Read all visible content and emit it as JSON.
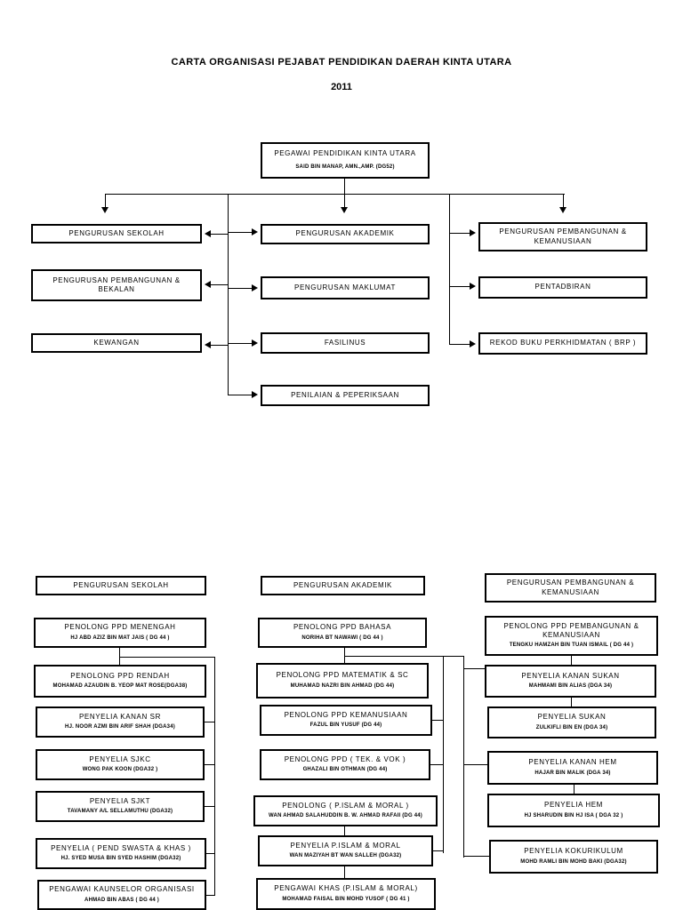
{
  "page": {
    "title": "CARTA ORGANISASI PEJABAT PENDIDIKAN DAERAH KINTA UTARA",
    "year": "2011"
  },
  "colors": {
    "line": "#000000",
    "background": "#ffffff",
    "text": "#000000"
  },
  "top_box": {
    "title": "PEGAWAI PENDIDIKAN KINTA UTARA",
    "officer": "SAID BIN MANAP, AMN.,AMP. (DG52)"
  },
  "upper": {
    "left": [
      {
        "label": "PENGURUSAN SEKOLAH"
      },
      {
        "label": "PENGURUSAN PEMBANGUNAN &\nBEKALAN"
      },
      {
        "label": "KEWANGAN"
      }
    ],
    "middle": [
      {
        "label": "PENGURUSAN AKADEMIK"
      },
      {
        "label": "PENGURUSAN MAKLUMAT"
      },
      {
        "label": "FASILINUS"
      },
      {
        "label": "PENILAIAN & PEPERIKSAAN"
      }
    ],
    "right": [
      {
        "label": "PENGURUSAN PEMBANGUNAN &\nKEMANUSIAAN"
      },
      {
        "label": "PENTADBIRAN"
      },
      {
        "label": "REKOD BUKU PERKHIDMATAN ( BRP )"
      }
    ]
  },
  "lower": {
    "columns": [
      {
        "header": "PENGURUSAN SEKOLAH",
        "boxes": [
          {
            "title": "PENOLONG PPD MENENGAH",
            "name": "HJ ABD AZIZ BIN MAT JAIS ( DG 44 )"
          },
          {
            "title": "PENOLONG PPD RENDAH",
            "name": "MOHAMAD AZAUDIN B. YEOP MAT ROSE(DGA38)"
          },
          {
            "title": "PENYELIA KANAN SR",
            "name": "HJ. NOOR AZMI BIN ARIF SHAH (DGA34)"
          },
          {
            "title": "PENYELIA SJKC",
            "name": "WONG PAK KOON (DGA32 )"
          },
          {
            "title": "PENYELIA SJKT",
            "name": "TAVAMANY A/L SELLAMUTHU (DGA32)"
          },
          {
            "title": "PENYELIA ( PEND SWASTA & KHAS )",
            "name": "HJ. SYED MUSA BIN SYED HASHIM (DGA32)"
          },
          {
            "title": "PENGAWAI KAUNSELOR ORGANISASI",
            "name": "AHMAD BIN ABAS ( DG 44 )"
          }
        ]
      },
      {
        "header": "PENGURUSAN AKADEMIK",
        "boxes": [
          {
            "title": "PENOLONG PPD BAHASA",
            "name": "NORIHA BT NAWAWI ( DG 44 )"
          },
          {
            "title": "PENOLONG PPD MATEMATIK & SC",
            "name": "MUHAMAD NAZRI BIN AHMAD (DG 44)"
          },
          {
            "title": "PENOLONG PPD KEMANUSIAAN",
            "name": "FAZUL BIN YUSUF (DG 44)"
          },
          {
            "title": "PENOLONG PPD ( TEK. & VOK )",
            "name": "GHAZALI BIN OTHMAN (DG 44)"
          },
          {
            "title": "PENOLONG ( P.ISLAM & MORAL )",
            "name": "WAN AHMAD SALAHUDDIN B. W. AHMAD RAFAII (DG 44)"
          },
          {
            "title": "PENYELIA P.ISLAM & MORAL",
            "name": "WAN MAZIYAH BT WAN SALLEH (DGA32)"
          },
          {
            "title": "PENGAWAI KHAS (P.ISLAM & MORAL)",
            "name": "MOHAMAD FAISAL BIN MOHD YUSOF ( DG 41 )"
          }
        ]
      },
      {
        "header": "PENGURUSAN PEMBANGUNAN &\nKEMANUSIAAN",
        "boxes": [
          {
            "title": "PENOLONG PPD PEMBANGUNAN &\nKEMANUSIAAN",
            "name": "TENGKU HAMZAH BIN TUAN ISMAIL ( DG 44 )"
          },
          {
            "title": "PENYELIA KANAN SUKAN",
            "name": "MAHMAMI BIN ALIAS (DGA 34)"
          },
          {
            "title": "PENYELIA SUKAN",
            "name": "ZULKIFLI BIN EN (DGA 34)"
          },
          {
            "title": "PENYELIA KANAN HEM",
            "name": "HAJAR BIN MALIK (DGA 34)"
          },
          {
            "title": "PENYELIA HEM",
            "name": "HJ SHARUDIN BIN HJ ISA ( DGA 32 )"
          },
          {
            "title": "PENYELIA KOKURIKULUM",
            "name": "MOHD RAMLI BIN MOHD BAKI (DGA32)"
          }
        ]
      }
    ]
  }
}
